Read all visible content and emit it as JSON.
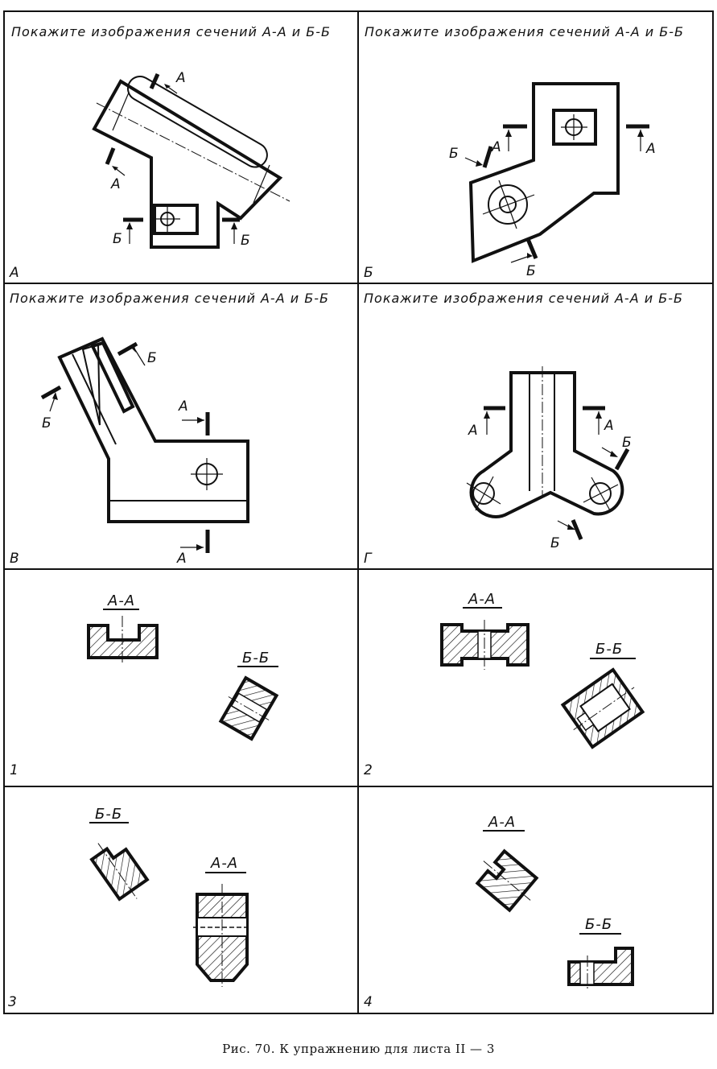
{
  "panels": {
    "A": {
      "task": "Покажите изображения сечений А-А и Б-Б",
      "corner": "А"
    },
    "B": {
      "task": "Покажите изображения сечений А-А и Б-Б",
      "corner": "Б"
    },
    "V": {
      "task": "Покажите изображения сечений А-А и Б-Б",
      "corner": "В"
    },
    "G": {
      "task": "Покажите изображения сечений А-А и Б-Б",
      "corner": "Г"
    }
  },
  "answers": {
    "a1": {
      "corner": "1",
      "sec_aa": "А-А",
      "sec_bb": "Б-Б"
    },
    "a2": {
      "corner": "2",
      "sec_aa": "А-А",
      "sec_bb": "Б-Б"
    },
    "a3": {
      "corner": "3",
      "sec_aa": "А-А",
      "sec_bb": "Б-Б"
    },
    "a4": {
      "corner": "4",
      "sec_aa": "А-А",
      "sec_bb": "Б-Б"
    }
  },
  "marks": {
    "a": "А",
    "b": "Б"
  },
  "caption": "Рис. 70. К упражнению для листа II — 3"
}
